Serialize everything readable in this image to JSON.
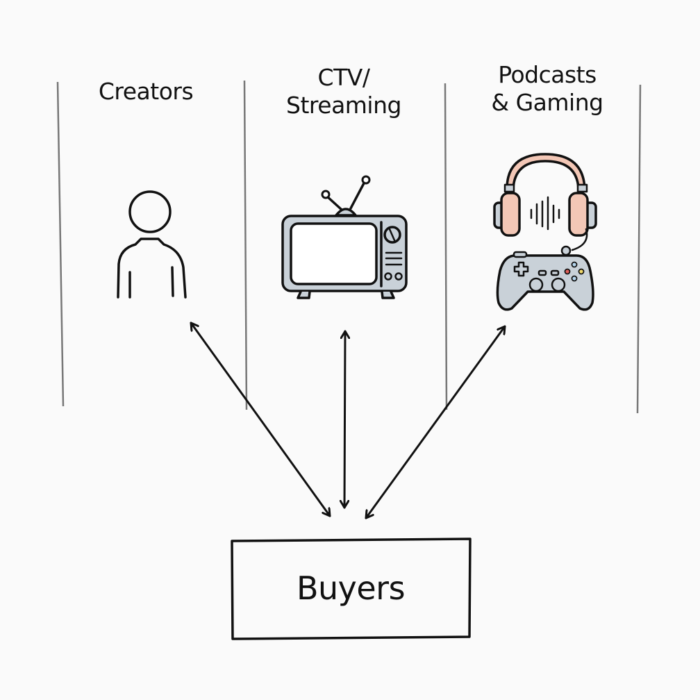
{
  "diagram": {
    "columns": [
      {
        "label_lines": [
          "Creators"
        ],
        "icon": "person-icon"
      },
      {
        "label_lines": [
          "CTV/",
          "Streaming"
        ],
        "icon": "tv-icon"
      },
      {
        "label_lines": [
          "Podcasts",
          "& Gaming"
        ],
        "icon": "headphones-gamepad-icon"
      }
    ],
    "target": {
      "label": "Buyers"
    },
    "connections": [
      {
        "from": "Creators",
        "to": "Buyers",
        "type": "bidirectional"
      },
      {
        "from": "CTV/Streaming",
        "to": "Buyers",
        "type": "bidirectional"
      },
      {
        "from": "Podcasts & Gaming",
        "to": "Buyers",
        "type": "bidirectional"
      }
    ],
    "colors": {
      "ink": "#111111",
      "divider": "#777777",
      "device_gray": "#c9d1d8",
      "headphone_pink": "#f3c7b6",
      "button_red": "#e0605a",
      "button_yellow": "#f0d86a",
      "button_blue": "#b6d7ef"
    }
  }
}
